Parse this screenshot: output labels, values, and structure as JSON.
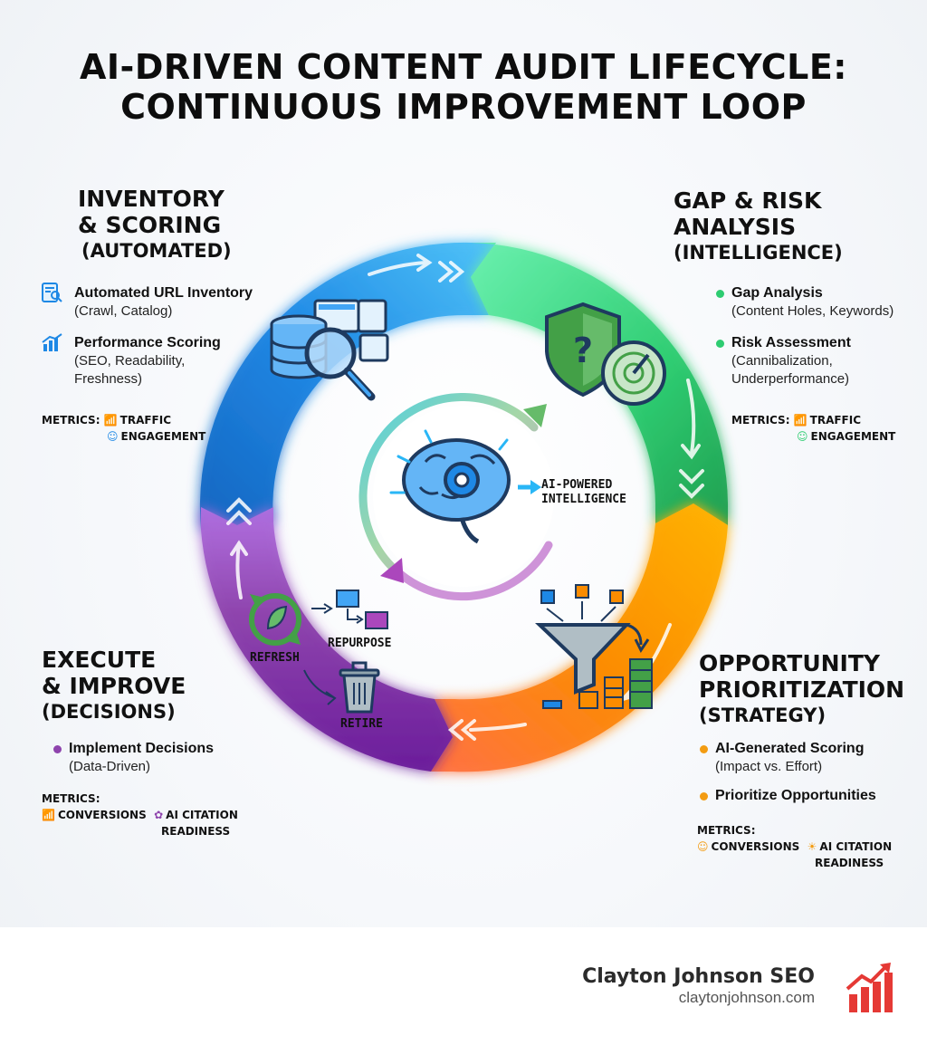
{
  "title": {
    "line1": "AI-DRIVEN CONTENT AUDIT LIFECYCLE:",
    "line2": "CONTINUOUS IMPROVEMENT LOOP"
  },
  "center": {
    "label_line1": "AI-POWERED",
    "label_line2": "INTELLIGENCE",
    "icon": "brain-gear-icon"
  },
  "sections": {
    "inventory": {
      "head1": "INVENTORY",
      "head2": "& SCORING",
      "head3": "(AUTOMATED)",
      "items": [
        {
          "title": "Automated URL Inventory",
          "desc": "(Crawl, Catalog)",
          "icon": "search-document-icon"
        },
        {
          "title": "Performance Scoring",
          "desc1": "(SEO, Readability,",
          "desc2": "Freshness)",
          "icon": "trend-chart-icon"
        }
      ],
      "metrics_label": "METRICS:",
      "metrics": [
        "TRAFFIC",
        "ENGAGEMENT"
      ],
      "color": "#1e88e5"
    },
    "gap": {
      "head1": "GAP & RISK",
      "head2": "ANALYSIS",
      "head3": "(INTELLIGENCE)",
      "items": [
        {
          "title": "Gap Analysis",
          "desc": "(Content Holes, Keywords)"
        },
        {
          "title": "Risk Assessment",
          "desc1": "(Cannibalization,",
          "desc2": "Underperformance)"
        }
      ],
      "metrics_label": "METRICS:",
      "metrics": [
        "TRAFFIC",
        "ENGAGEMENT"
      ],
      "color": "#2ecc71"
    },
    "opportunity": {
      "head1": "OPPORTUNITY",
      "head2": "PRIORITIZATION",
      "head3": "(STRATEGY)",
      "items": [
        {
          "title": "AI-Generated Scoring",
          "desc": "(Impact vs. Effort)"
        },
        {
          "title": "Prioritize Opportunities"
        }
      ],
      "metrics_label": "METRICS:",
      "metrics": [
        "CONVERSIONS",
        "AI CITATION",
        "READINESS"
      ],
      "color": "#f39c12"
    },
    "execute": {
      "head1": "EXECUTE",
      "head2": "& IMPROVE",
      "head3": "(DECISIONS)",
      "items": [
        {
          "title": "Implement Decisions",
          "desc": "(Data-Driven)"
        }
      ],
      "metrics_label": "METRICS:",
      "metrics": [
        "CONVERSIONS",
        "AI CITATION",
        "READINESS"
      ],
      "color": "#8e44ad"
    }
  },
  "execute_actions": {
    "refresh": "REFRESH",
    "repurpose": "REPURPOSE",
    "retire": "RETIRE"
  },
  "footer": {
    "brand_name": "Clayton Johnson SEO",
    "brand_url": "claytonjohnson.com",
    "logo_icon": "bar-chart-trend-icon"
  }
}
